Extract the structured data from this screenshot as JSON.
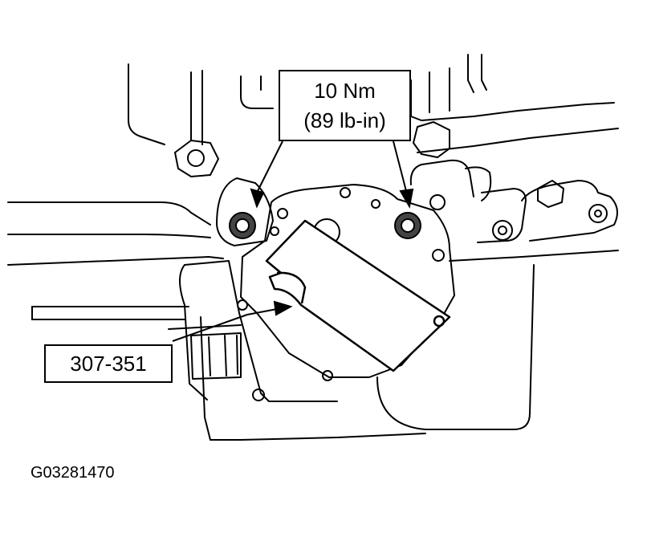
{
  "torque_spec": {
    "metric": "10 Nm",
    "imperial": "(89 lb-in)"
  },
  "special_tool": {
    "number": "307-351"
  },
  "figure": {
    "id": "G03281470"
  },
  "colors": {
    "line": "#000000",
    "background": "#ffffff",
    "bolt_fill": "#444444"
  }
}
